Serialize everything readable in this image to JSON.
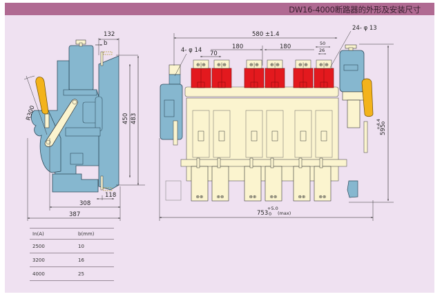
{
  "header": {
    "title": "DW16-4000断路器的外形及安装尺寸"
  },
  "colors": {
    "header_bar": "#b06a92",
    "background": "#efe1f1",
    "body_blue": "#86b7cf",
    "terminal_red": "#e3191e",
    "handle_yellow": "#f3b31b",
    "cream": "#fbf4cf"
  },
  "side_view": {
    "dims": {
      "top_width": "132",
      "b_label": "b",
      "radius": "R300",
      "height_inner": "450",
      "height_outer": "483",
      "bottom_small": "118",
      "depth_308": "308",
      "depth_387": "387"
    }
  },
  "front_view": {
    "dims": {
      "overall_width": "580 ±1.4",
      "hole_left": "4- φ 14",
      "pitch_70": "70",
      "pitch_180_a": "180",
      "pitch_180_b": "180",
      "hole_right": "24- φ 13",
      "w50": "50",
      "w26": "26",
      "height_595": "595",
      "height_595_tol_upper": "+4.4",
      "height_595_tol_lower": "0",
      "width_753": "753",
      "width_753_tol_upper": "+5.0",
      "width_753_tol_lower": "0",
      "width_753_note": "(max)"
    },
    "terminal_symbol": "⊕|⊕"
  },
  "spec_table": {
    "headers": [
      "In(A)",
      "b(mm)"
    ],
    "rows": [
      [
        "2500",
        "10"
      ],
      [
        "3200",
        "16"
      ],
      [
        "4000",
        "25"
      ]
    ]
  }
}
